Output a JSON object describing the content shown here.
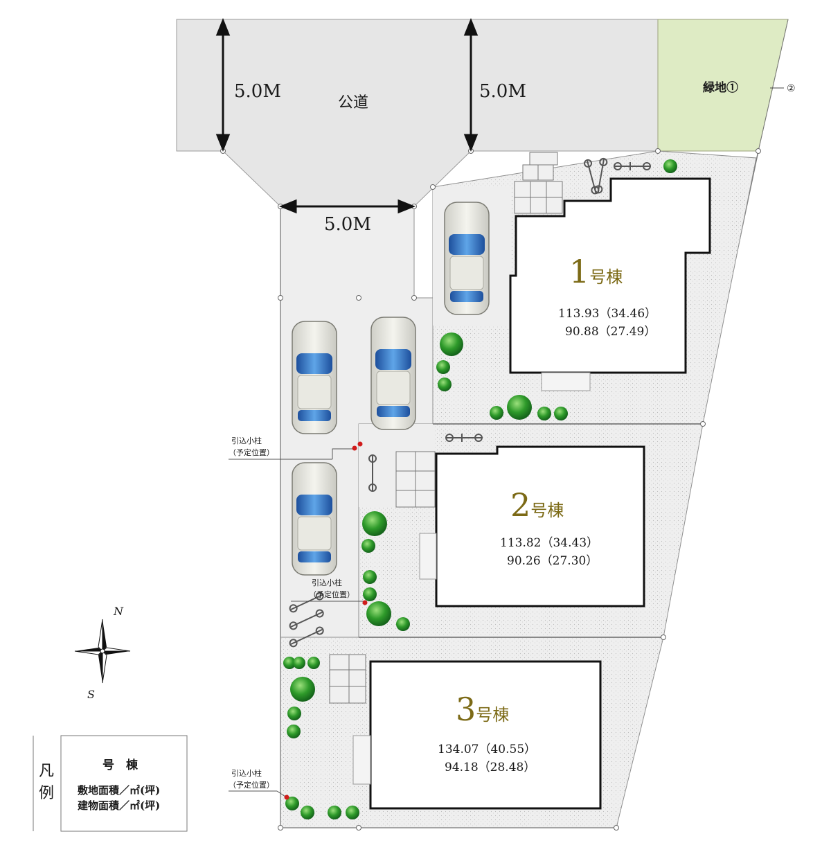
{
  "road": {
    "label": "公道",
    "width_top_left": "5.0M",
    "width_top_right": "5.0M",
    "width_bottom": "5.0M"
  },
  "green_area": {
    "label": "緑地①",
    "callout": "②"
  },
  "utility_posts": [
    {
      "line1": "引込小柱",
      "line2": "（予定位置）"
    },
    {
      "line1": "引込小柱",
      "line2": "（予定位置）"
    },
    {
      "line1": "引込小柱",
      "line2": "（予定位置）"
    }
  ],
  "houses": [
    {
      "number": "1",
      "suffix": "号棟",
      "site_area": "113.93（34.46）",
      "building_area": "90.88（27.49）"
    },
    {
      "number": "2",
      "suffix": "号棟",
      "site_area": "113.82（34.43）",
      "building_area": "90.26（27.30）"
    },
    {
      "number": "3",
      "suffix": "号棟",
      "site_area": "134.07（40.55）",
      "building_area": "94.18（28.48）"
    }
  ],
  "compass": {
    "north": "N",
    "south": "S"
  },
  "legend": {
    "heading_line1": "凡",
    "heading_line2": "例",
    "title": "号　棟",
    "row1": "敷地面積／㎡(坪)",
    "row2": "建物面積／㎡(坪)"
  },
  "colors": {
    "road": "#e8e8e8",
    "green_area": "#deebc4",
    "lot": "#eeeeee",
    "house_label": "#7c6a16",
    "car_blue": "#2f6fbf"
  }
}
